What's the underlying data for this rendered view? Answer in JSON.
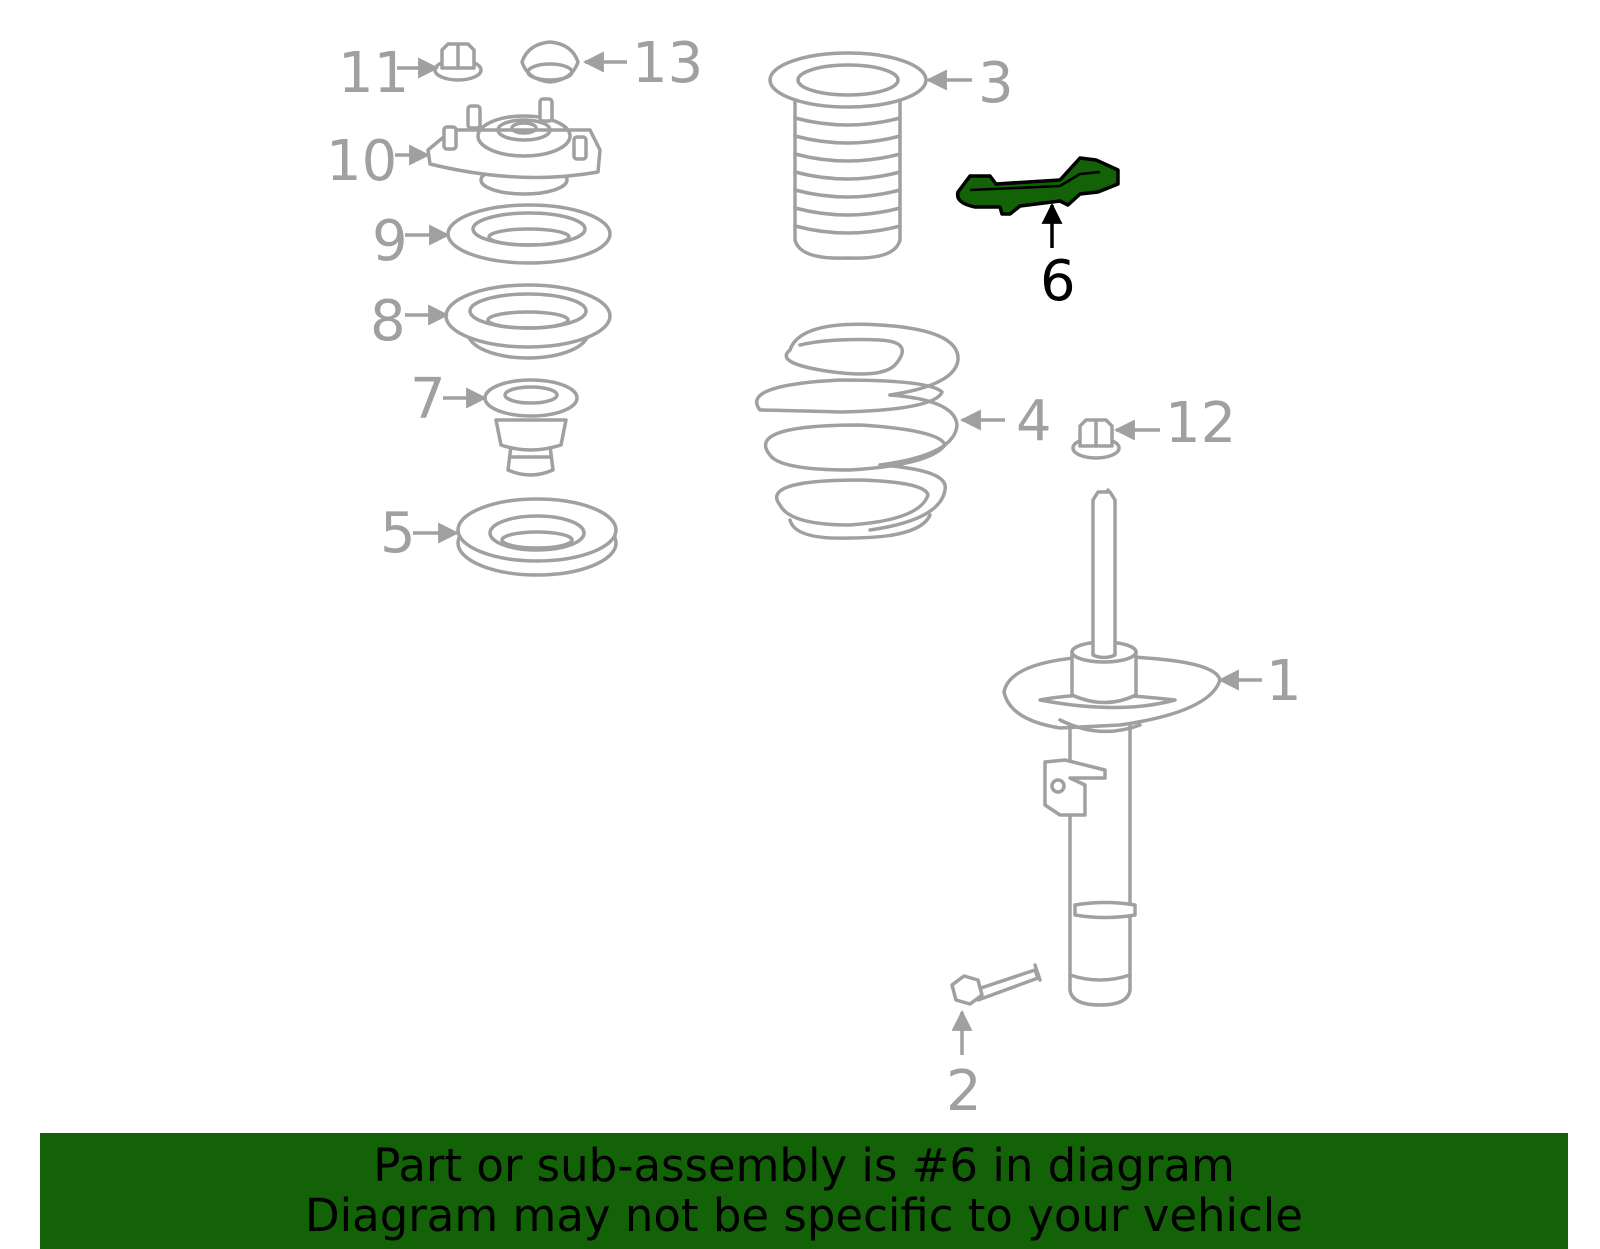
{
  "callouts": {
    "c1": "1",
    "c2": "2",
    "c3": "3",
    "c4": "4",
    "c5": "5",
    "c6": "6",
    "c7": "7",
    "c8": "8",
    "c9": "9",
    "c10": "10",
    "c11": "11",
    "c12": "12",
    "c13": "13"
  },
  "highlight": {
    "part": "6",
    "fill_color": "#136207",
    "outline_color": "#000000"
  },
  "colors": {
    "line_art": "#a0a0a0",
    "banner_bg": "#136207",
    "banner_text": "#000000"
  },
  "footer": {
    "line1": "Part or sub-assembly is #6 in diagram",
    "line2": "Diagram may not be specific to your vehicle"
  }
}
